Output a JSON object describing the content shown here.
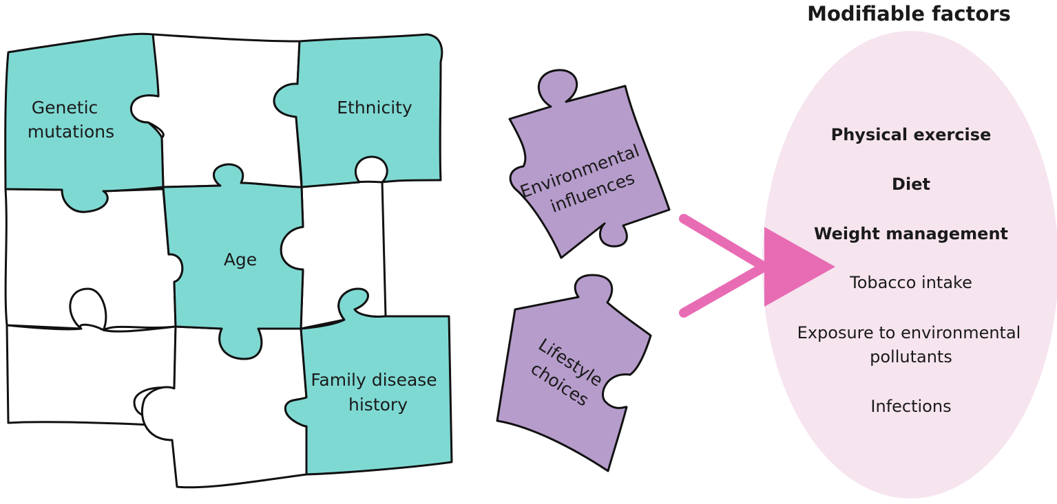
{
  "puzzle": {
    "genetic_mutations": [
      "Genetic",
      "mutations"
    ],
    "ethnicity": "Ethnicity",
    "age": "Age",
    "family_history": [
      "Family disease",
      "history"
    ]
  },
  "loose_pieces": {
    "environmental": [
      "Environmental",
      "influences"
    ],
    "lifestyle": [
      "Lifestyle",
      "choices"
    ]
  },
  "modifiable": {
    "title": "Modifiable factors",
    "bold_items": [
      "Physical exercise",
      "Diet",
      "Weight management"
    ],
    "items": [
      "Tobacco intake",
      "Exposure to environmental",
      "pollutants",
      "Infections"
    ]
  },
  "colors": {
    "teal": "#7fd9d3",
    "purple": "#b69ccb",
    "pink_arrow": "#e86cb4",
    "ellipse": "#f6e4ef",
    "outline": "#111111"
  }
}
